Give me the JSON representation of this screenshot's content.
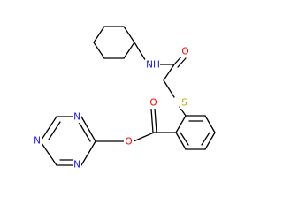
{
  "molecule": {
    "atoms": {
      "nh": {
        "label": "NH",
        "element": "N",
        "color": "#1a1aff"
      },
      "o_amide": {
        "label": "O",
        "element": "O",
        "color": "#ff0000"
      },
      "s": {
        "label": "S",
        "element": "S",
        "color": "#b3b300"
      },
      "o_carbonyl": {
        "label": "O",
        "element": "O",
        "color": "#ff0000"
      },
      "o_ester": {
        "label": "O",
        "element": "O",
        "color": "#ff0000"
      },
      "n_tri_1": {
        "label": "N",
        "element": "N",
        "color": "#1a1aff"
      },
      "n_tri_2": {
        "label": "N",
        "element": "N",
        "color": "#1a1aff"
      },
      "n_tri_3": {
        "label": "N",
        "element": "N",
        "color": "#1a1aff"
      }
    },
    "bond_color": "#000000"
  }
}
